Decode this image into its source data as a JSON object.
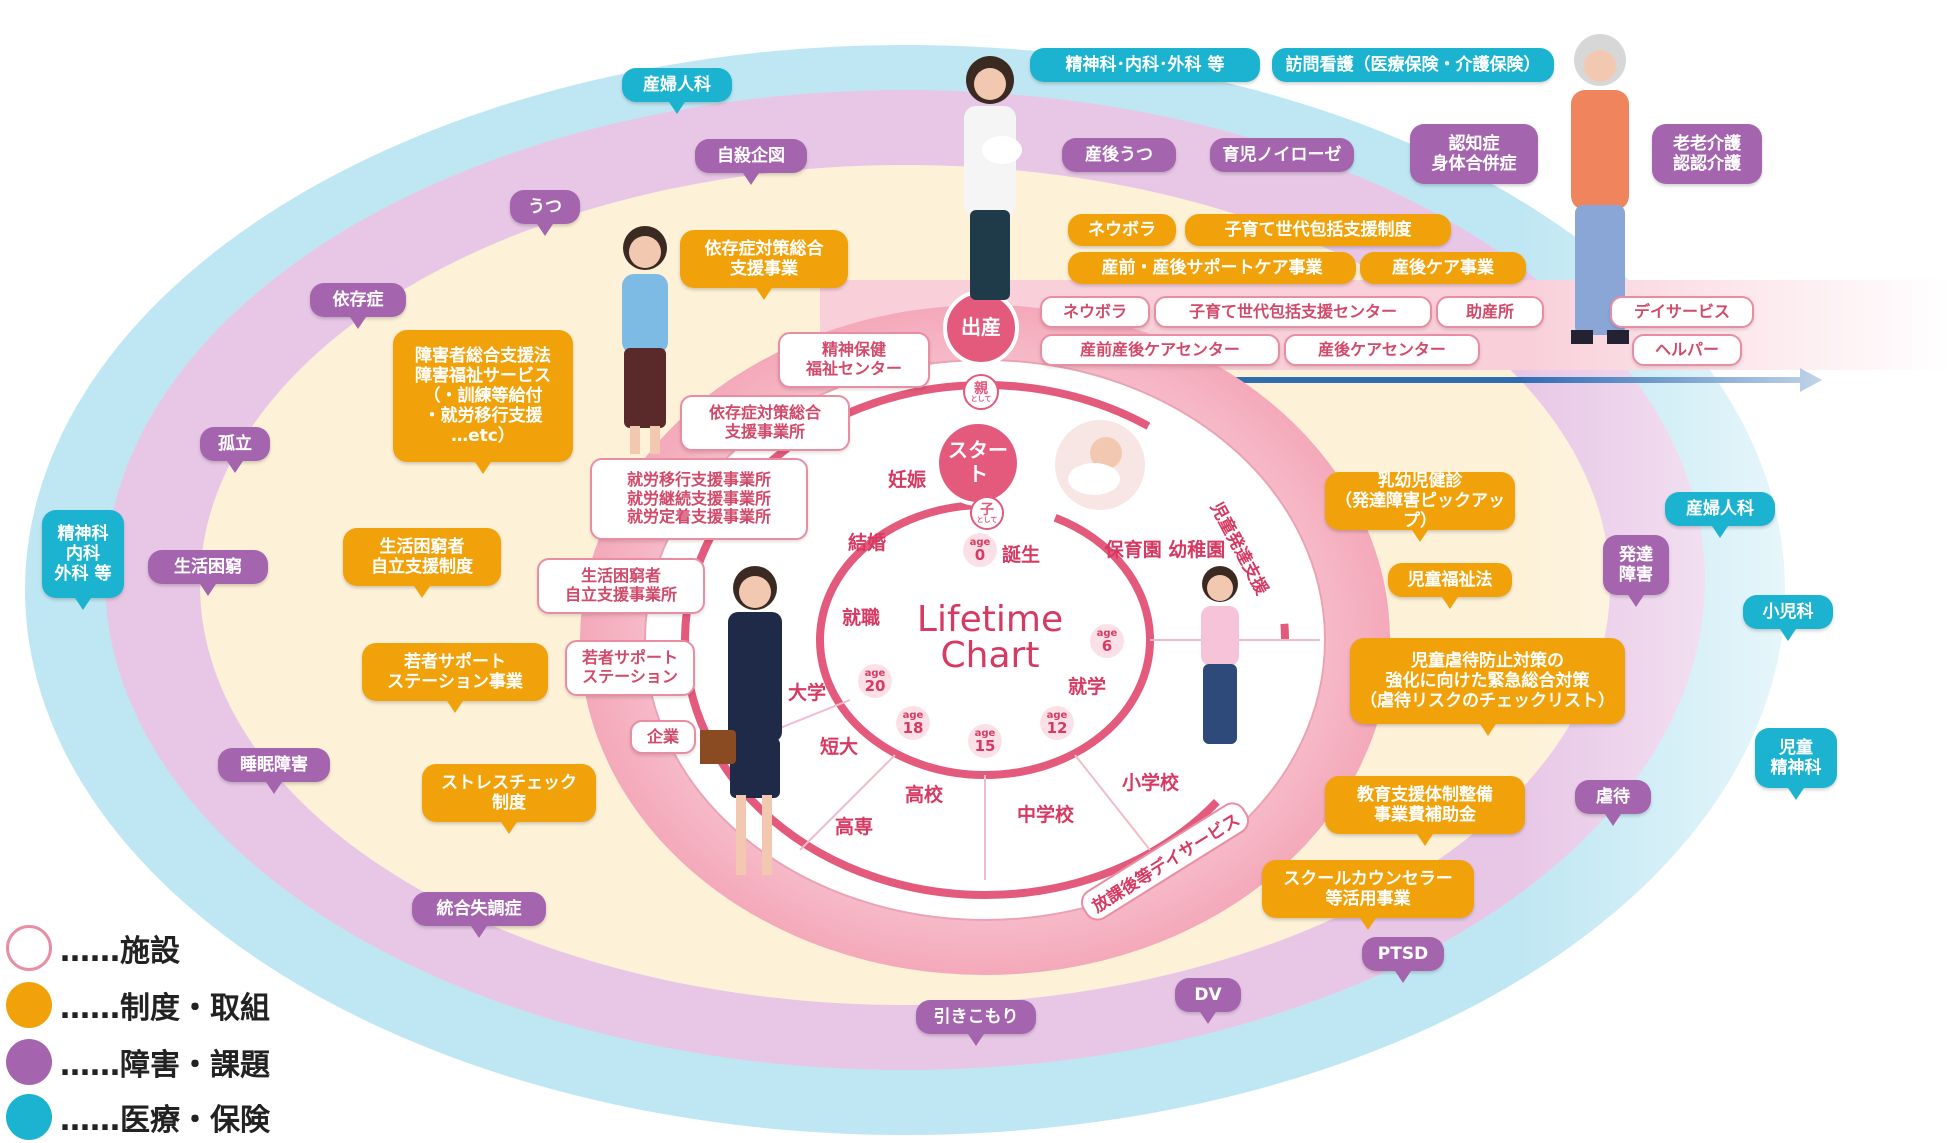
{
  "center": {
    "title_line1": "Lifetime",
    "title_line2": "Chart",
    "start": "スタート",
    "birth_event": "出産",
    "child_tag": "子",
    "child_tag_sub": "として",
    "parent_tag": "親",
    "parent_tag_sub": "として"
  },
  "life_stages": {
    "pregnancy": "妊娠",
    "marriage": "結婚",
    "employment": "就職",
    "birth": "誕生",
    "school_entry": "就学",
    "university": "大学",
    "junior_college": "短大",
    "high_school": "高校",
    "technical_college": "高専",
    "junior_high": "中学校",
    "elementary": "小学校",
    "nursery": "保育園\n幼稚園",
    "child_dev_support": "児童発達支援",
    "after_school_day": "放課後等デイサービス"
  },
  "ages": {
    "age_word": "age",
    "a0": "0",
    "a6": "6",
    "a12": "12",
    "a15": "15",
    "a18": "18",
    "a20": "20"
  },
  "facilities": [
    {
      "id": "mental-health-center",
      "text": "精神保健\n福祉センター"
    },
    {
      "id": "addiction-center",
      "text": "依存症対策総合\n支援事業所"
    },
    {
      "id": "employment-offices",
      "text": "就労移行支援事業所\n就労継続支援事業所\n就労定着支援事業所"
    },
    {
      "id": "poverty-office",
      "text": "生活困窮者\n自立支援事業所"
    },
    {
      "id": "youth-station",
      "text": "若者サポート\nステーション"
    },
    {
      "id": "company",
      "text": "企業"
    },
    {
      "id": "neubora-facility",
      "text": "ネウボラ"
    },
    {
      "id": "childcare-center",
      "text": "子育て世代包括支援センター"
    },
    {
      "id": "midwife",
      "text": "助産所"
    },
    {
      "id": "day-service",
      "text": "デイサービス"
    },
    {
      "id": "prenatal-center",
      "text": "産前産後ケアセンター"
    },
    {
      "id": "postnatal-center",
      "text": "産後ケアセンター"
    },
    {
      "id": "helper",
      "text": "ヘルパー"
    }
  ],
  "systems": [
    {
      "id": "addiction-program",
      "text": "依存症対策総合\n支援事業"
    },
    {
      "id": "disability-law",
      "text": "障害者総合支援法\n障害福祉サービス\n（・訓練等給付\n・就労移行支援\n…etc）"
    },
    {
      "id": "poverty-system",
      "text": "生活困窮者\n自立支援制度"
    },
    {
      "id": "youth-program",
      "text": "若者サポート\nステーション事業"
    },
    {
      "id": "stress-check",
      "text": "ストレスチェック\n制度"
    },
    {
      "id": "neubora-system",
      "text": "ネウボラ"
    },
    {
      "id": "childcare-system",
      "text": "子育て世代包括支援制度"
    },
    {
      "id": "prenatal-program",
      "text": "産前・産後サポートケア事業"
    },
    {
      "id": "postnatal-program",
      "text": "産後ケア事業"
    },
    {
      "id": "infant-checkup",
      "text": "乳幼児健診\n（発達障害ピックアップ）"
    },
    {
      "id": "child-welfare-law",
      "text": "児童福祉法"
    },
    {
      "id": "abuse-prevention",
      "text": "児童虐待防止対策の\n強化に向けた緊急総合対策\n（虐待リスクのチェックリスト）"
    },
    {
      "id": "education-subsidy",
      "text": "教育支援体制整備\n事業費補助金"
    },
    {
      "id": "school-counselor",
      "text": "スクールカウンセラー\n等活用事業"
    }
  ],
  "issues": [
    {
      "id": "suicide",
      "text": "自殺企図"
    },
    {
      "id": "depression",
      "text": "うつ"
    },
    {
      "id": "addiction",
      "text": "依存症"
    },
    {
      "id": "isolation",
      "text": "孤立"
    },
    {
      "id": "poverty",
      "text": "生活困窮"
    },
    {
      "id": "sleep",
      "text": "睡眠障害"
    },
    {
      "id": "schizophrenia",
      "text": "統合失調症"
    },
    {
      "id": "hikikomori",
      "text": "引きこもり"
    },
    {
      "id": "dv",
      "text": "DV"
    },
    {
      "id": "ptsd",
      "text": "PTSD"
    },
    {
      "id": "abuse",
      "text": "虐待"
    },
    {
      "id": "developmental",
      "text": "発達\n障害"
    },
    {
      "id": "postpartum-dep",
      "text": "産後うつ"
    },
    {
      "id": "child-neurosis",
      "text": "育児ノイローゼ"
    },
    {
      "id": "dementia",
      "text": "認知症\n身体合併症"
    },
    {
      "id": "elderly-care",
      "text": "老老介護\n認認介護"
    }
  ],
  "medical": [
    {
      "id": "obgyn-top",
      "text": "産婦人科"
    },
    {
      "id": "psych-top",
      "text": "精神科･内科･外科 等"
    },
    {
      "id": "home-nursing",
      "text": "訪問看護（医療保険・介護保険）"
    },
    {
      "id": "psych-left",
      "text": "精神科\n内科\n外科 等"
    },
    {
      "id": "obgyn-right",
      "text": "産婦人科"
    },
    {
      "id": "pediatrics",
      "text": "小児科"
    },
    {
      "id": "child-psych",
      "text": "児童\n精神科"
    }
  ],
  "legend": [
    {
      "text": "……施設",
      "color": "#ffffff",
      "border": "#e98da2"
    },
    {
      "text": "……制度・取組",
      "color": "#f1a20a",
      "border": "#f1a20a"
    },
    {
      "text": "……障害・課題",
      "color": "#a565ae",
      "border": "#a565ae"
    },
    {
      "text": "……医療・保険",
      "color": "#1bb3cf",
      "border": "#1bb3cf"
    }
  ],
  "colors": {
    "cyan": "#1bb3cf",
    "purple": "#a565ae",
    "orange": "#f1a20a",
    "pink": "#e35a7d",
    "cream": "#fdf1d8"
  }
}
